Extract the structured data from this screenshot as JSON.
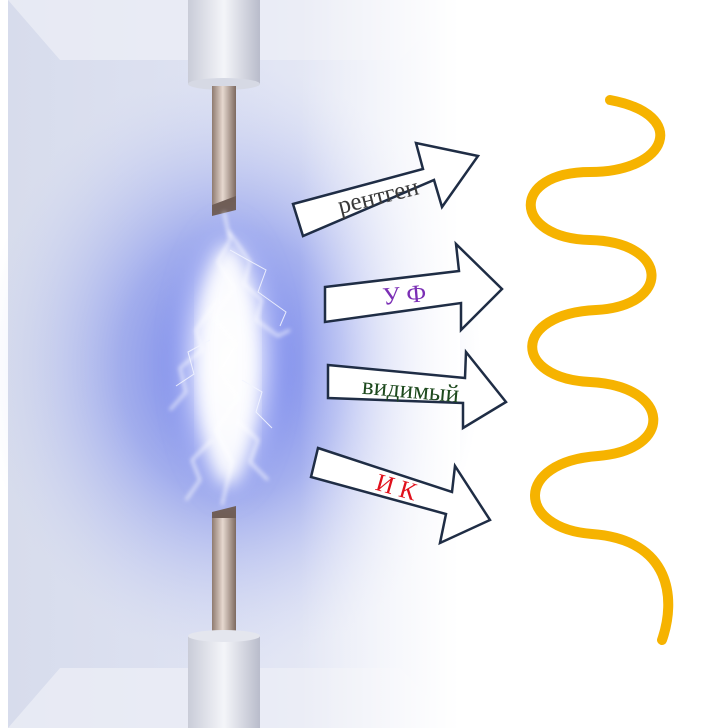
{
  "diagram": {
    "arrows": [
      {
        "label": "рентген",
        "color": "#3a3a3a"
      },
      {
        "label": "У Ф",
        "color": "#7b2fb5"
      },
      {
        "label": "видимый",
        "color": "#1e4a1e"
      },
      {
        "label": "И К",
        "color": "#e0101c"
      }
    ],
    "colors": {
      "arrow_outline": "#1f2d45",
      "wave": "#f6b300",
      "glow": "#6a7fe0",
      "spark": "#ffffff",
      "electrode": "#c9b8ae"
    }
  }
}
